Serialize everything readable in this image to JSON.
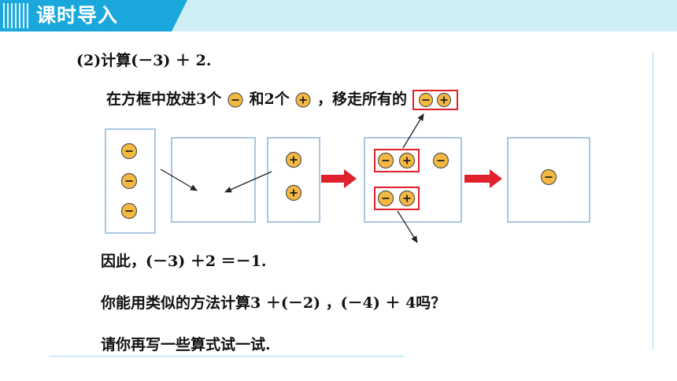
{
  "header": {
    "title": "课时导入"
  },
  "content": {
    "problem": "(2)计算(－3) ＋ 2.",
    "instruction_part1": "在方框中放进3个",
    "instruction_part2": "和2个",
    "instruction_part3": "，移走所有的",
    "conclusion": "因此，(－3) ＋2 ＝－1.",
    "question": "你能用类似的方法计算3 ＋(－2) ，(－4) ＋ 4吗？",
    "prompt": "请你再写一些算式试一试."
  },
  "chips": {
    "negative_symbol": "−",
    "positive_symbol": "+"
  },
  "colors": {
    "header_blue": "#1aa8dc",
    "header_light": "#cfeff7",
    "chip_fill": "#f5b942",
    "box_border": "#8fb4d8",
    "arrow_red": "#e0202a",
    "highlight_red": "#e0202a"
  }
}
